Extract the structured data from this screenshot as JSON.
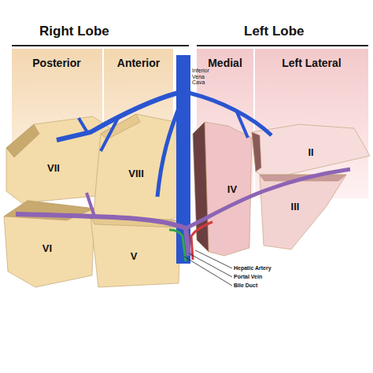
{
  "diagram": {
    "nodes": [
      {
        "text": [
          "Posterior"
        ]
      },
      {
        "text": [
          "Anterior"
        ]
      },
      {
        "text": [
          "Medial"
        ]
      },
      {
        "text": [
          "Left Lateral"
        ]
      },
      {
        "text": [
          "VII"
        ]
      },
      {
        "text": [
          "VIII"
        ]
      },
      {
        "text": [
          "IV"
        ]
      },
      {
        "text": [
          "II"
        ]
      },
      {
        "text": [
          "VI"
        ]
      },
      {
        "text": [
          "V"
        ]
      },
      {
        "text": [
          "III"
        ]
      }
    ],
    "labels": [
      "Right Lobe",
      "Left Lobe",
      "Inferior Vena Cava",
      "Hepatic Artery",
      "Portal Vein",
      "Bile Duct"
    ]
  }
}
